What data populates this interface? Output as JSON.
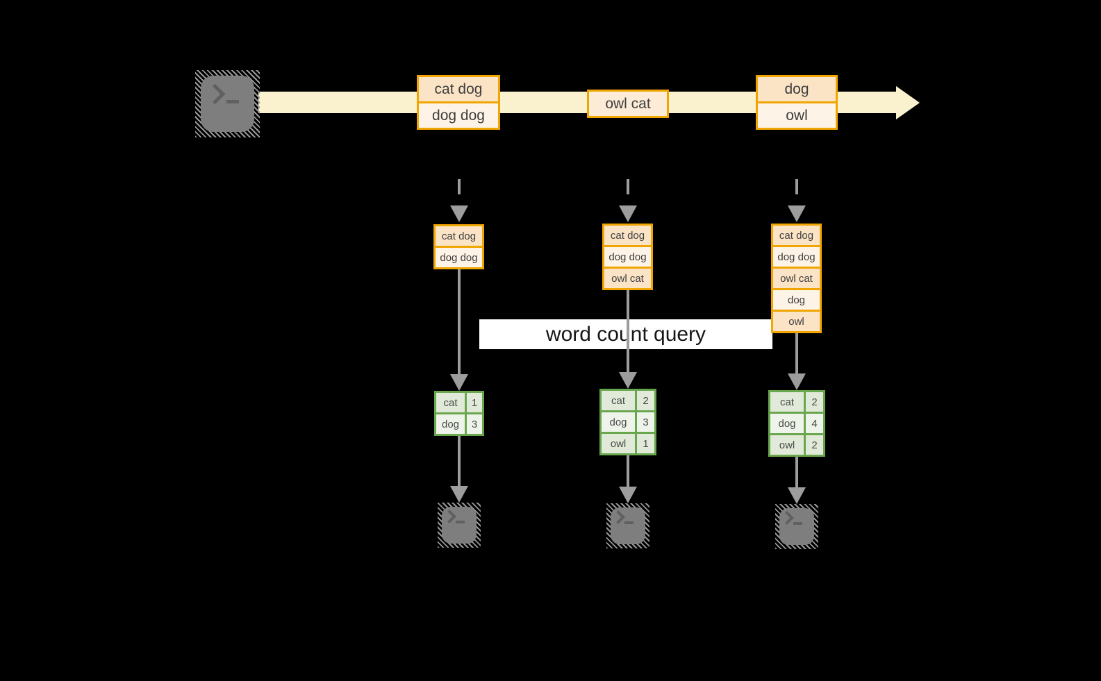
{
  "colors": {
    "stream_band": "#FAF1CE",
    "peach_dark": "#FBE4C6",
    "peach_light": "#FDF3E6",
    "peach_mid": "#FCEBD6",
    "orange_border": "#F0A500",
    "green_border": "#69A74E",
    "green_cell_dark": "#E1EAD8",
    "green_cell_light": "#EFF4EA",
    "line_gray": "#9D9D9D",
    "icon_gray": "#7E7E7E",
    "query_bg": "#FFFFFF"
  },
  "stream": {
    "source_icon": "terminal-icon",
    "batches": [
      {
        "rows": [
          "cat dog",
          "dog dog"
        ]
      },
      {
        "rows": [
          "owl cat"
        ]
      },
      {
        "rows": [
          "dog",
          "owl"
        ]
      }
    ]
  },
  "query": {
    "label": "word count query"
  },
  "columns": [
    {
      "state_rows": [
        "cat dog",
        "dog dog"
      ],
      "counts": [
        {
          "word": "cat",
          "count": "1"
        },
        {
          "word": "dog",
          "count": "3"
        }
      ],
      "sink_icon": "terminal-icon"
    },
    {
      "state_rows": [
        "cat dog",
        "dog dog",
        "owl cat"
      ],
      "counts": [
        {
          "word": "cat",
          "count": "2"
        },
        {
          "word": "dog",
          "count": "3"
        },
        {
          "word": "owl",
          "count": "1"
        }
      ],
      "sink_icon": "terminal-icon"
    },
    {
      "state_rows": [
        "cat dog",
        "dog dog",
        "owl cat",
        "dog",
        "owl"
      ],
      "counts": [
        {
          "word": "cat",
          "count": "2"
        },
        {
          "word": "dog",
          "count": "4"
        },
        {
          "word": "owl",
          "count": "2"
        }
      ],
      "sink_icon": "terminal-icon"
    }
  ]
}
